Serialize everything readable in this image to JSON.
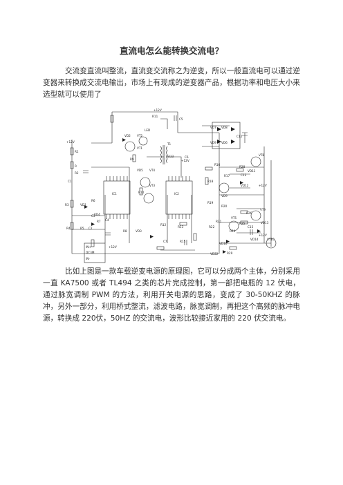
{
  "document": {
    "title": "直流电怎么能转换交流电？",
    "paragraphs": [
      "交流变直流叫整流，直流变交流称之为逆变，所以一般直流电可以通过逆变器来转换成交流电输出，市场上有现成的逆变器产品，根据功率和电压大小来选型就可以使用了",
      "比如上图是一款车载逆变电源的原理图，它可以分成两个主体，分别采用一直 KA7500 或者 TL494 之类的芯片完成控制，第一部把电瓶的 12 伏电，通过脉宽调制 PWM 的方法，利用开关电源的思路，变成了 30-50KHZ 的脉冲，另外一部分，利用桥式整流，滤波电路，脉宽调制，再把这个高频的脉冲电源，转换成 220伏，50HZ 的交流电，波形比较接近家用的 220 伏交流电。"
    ]
  },
  "diagram": {
    "labels": {
      "v12_top": "+12V",
      "r11": "R11",
      "led": "LED",
      "c5": "C5",
      "v12_left": "+12V",
      "r1": "R1",
      "vd2": "VD2",
      "vt2": "VT2",
      "vt1": "VT1",
      "r9": "R9",
      "t1": "T1",
      "ei33": "EI33",
      "c6": "C6",
      "vd7": "VD7",
      "vd8": "VD8",
      "vd9": "VD9",
      "vd6": "VD6",
      "c12": "C12",
      "r2": "R2",
      "c1": "C1",
      "rp": "R",
      "ic1": "IC1",
      "ic2": "IC2",
      "vd5": "VD5",
      "vt4": "VT4",
      "vt3": "VT3",
      "r10": "R10",
      "r16": "R16",
      "r17": "R17",
      "r18": "R18",
      "r19": "R19",
      "r28": "R28",
      "vd11": "VD11",
      "c13": "C13",
      "vd12": "VD12",
      "vt8": "VT8",
      "r3": "R3",
      "vd1": "VD1",
      "r6": "R6",
      "c3": "C3",
      "r7": "R7",
      "c4": "C4",
      "vd4": "VD4",
      "r4": "R4",
      "r5": "R5",
      "c2": "C2",
      "r8": "R8",
      "vd3": "VD3",
      "r12": "R12",
      "r13": "R13",
      "c7": "C7",
      "r15": "R15",
      "vd9b": "VD9",
      "r20": "R20",
      "r21": "R21",
      "r22": "R22",
      "vt5": "VT5",
      "r24": "R24",
      "r25": "R25",
      "r26": "R26",
      "c15": "C15",
      "vd13": "VD13",
      "vt9": "VT9",
      "vd14": "VD14",
      "vd10": "VD10",
      "r29": "R29",
      "vt10": "VT10",
      "vd22": "VD22",
      "in": "IN+",
      "dcm": "DC3M",
      "inm": "IN-",
      "v12_mid": "+12V",
      "v12_r": "+12V",
      "v12_r2": "+12V",
      "v12_b": "+12V"
    }
  }
}
